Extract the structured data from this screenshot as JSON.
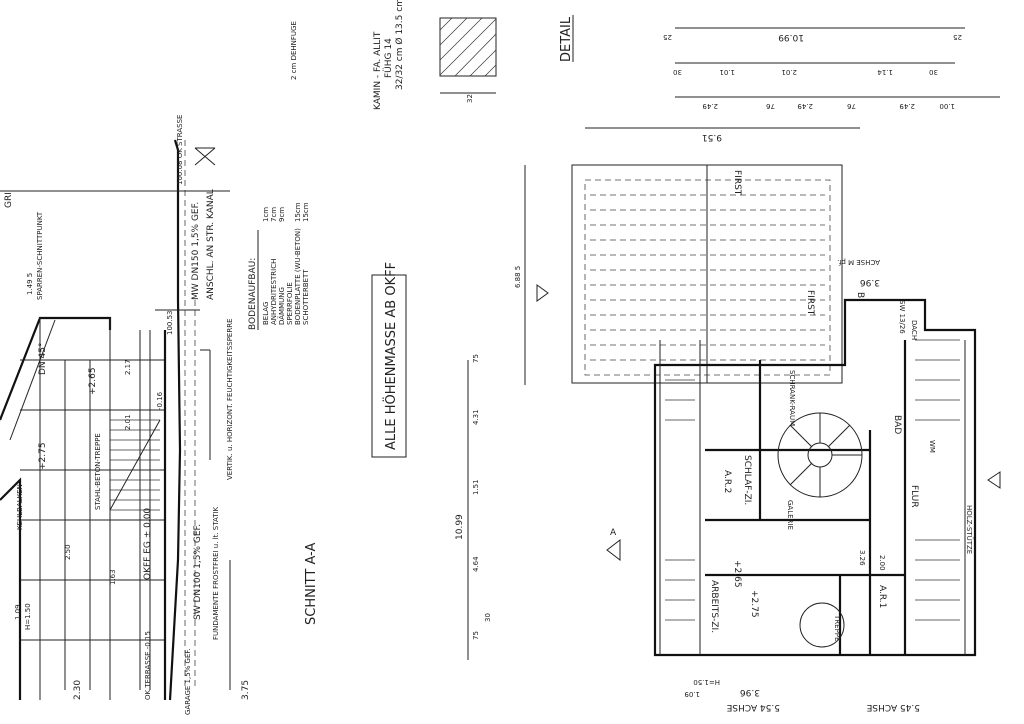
{
  "section": {
    "title": "SCHNITT A-A",
    "floor_level": "OKFF EG ± 0.00",
    "level_upper": "+2.65",
    "level_upper2": "+2.75",
    "roof_pitch": "DN 45°",
    "ground_dim": "3.75",
    "eave_dim": "2.30",
    "ridge_dim": "1.09",
    "ridge_h": "H=1.50",
    "rafter_dim": "1.49 5",
    "rafter_label": "SPARREN-SCHNITTPUNKT",
    "level_neg": "-0.16",
    "level_road": "100.53",
    "level_street": "100.08 OK STRASSE",
    "stair_label": "STAHL-BETON-TREPPE",
    "kehlbalken": "KEHLBALKEN",
    "terrace": "OK TERRASSE -0.15",
    "garage": "GARAGE 1,5% GEF.",
    "foundation": "FUNDAMENTE FROSTFREI u. lt. STATIK",
    "damp": "VERTIK. u. HORIZONT. FEUCHTIGKEITSSPERRE",
    "sewer_sw": "SW DN100 1,5% GEF.",
    "sewer_mw": "MW DN150 1,5% GEF.",
    "sewer_conn": "ANSCHL. AN STR. KANAL",
    "gri": "GRI",
    "dim_217": "2.17",
    "dim_201": "2.01",
    "dim_250": "2.50",
    "dim_163": "1.63"
  },
  "floor_buildup": {
    "title": "BODENAUFBAU:",
    "layers": [
      "BELAG",
      "ANHYDRITESTRICH",
      "DÄMMUNG",
      "SPERRFOLIE",
      "BODENPLATTE (WU-BETON)",
      "SCHOTTERBETT"
    ],
    "thickness": [
      "1cm",
      "7cm",
      "9cm",
      "",
      "15cm",
      "15cm"
    ]
  },
  "note_box": "ALLE HÖHENMASSE AB OKFF",
  "expansion_joint": "2 cm DEHNFUGE",
  "chimney": {
    "line1": "KAMIN - FA. ALLIT",
    "line2": "FÜHG 14",
    "line3": "32/32 cm Ø 13.5 cm",
    "dim": "32"
  },
  "detail_label": "DETAIL",
  "plan": {
    "dims_top": [
      "10.99",
      "1.01",
      "2.01",
      "1.14",
      "2.49",
      "76",
      "2.49",
      "76",
      "2.49",
      "1.00",
      "25",
      "25",
      "30",
      "30"
    ],
    "dim_951": "9.51",
    "dim_left_total": "10.99",
    "dims_left": [
      "4.64",
      "1.51",
      "4.31",
      "6.88 5",
      "75",
      "30",
      "75"
    ],
    "first": "FIRST",
    "achse": "ACHSE M pf.",
    "dim_396": "3.96",
    "dim_396b": "3.96",
    "achse_554": "5.54 ACHSE",
    "achse_545": "5.45 ACHSE",
    "rooms": [
      "SCHLAF-ZI.",
      "BAD",
      "FLUR",
      "ARBEITS-ZI.",
      "A.R.1",
      "A.R.2",
      "GALERIE",
      "SCHRANK-RAUM"
    ],
    "level_275": "+2.75",
    "level_265": "+2.65",
    "dim_326": "3.26",
    "dim_200": "2.00",
    "dim_150": "H=1.50",
    "dim_109": "1.09",
    "stair": "TREPPE",
    "section_mark": "A",
    "section_b": "B",
    "holz": "HOLZ-STÜTZE",
    "wm": "WM",
    "sw": "SW 13/26",
    "dach": "DACH"
  }
}
